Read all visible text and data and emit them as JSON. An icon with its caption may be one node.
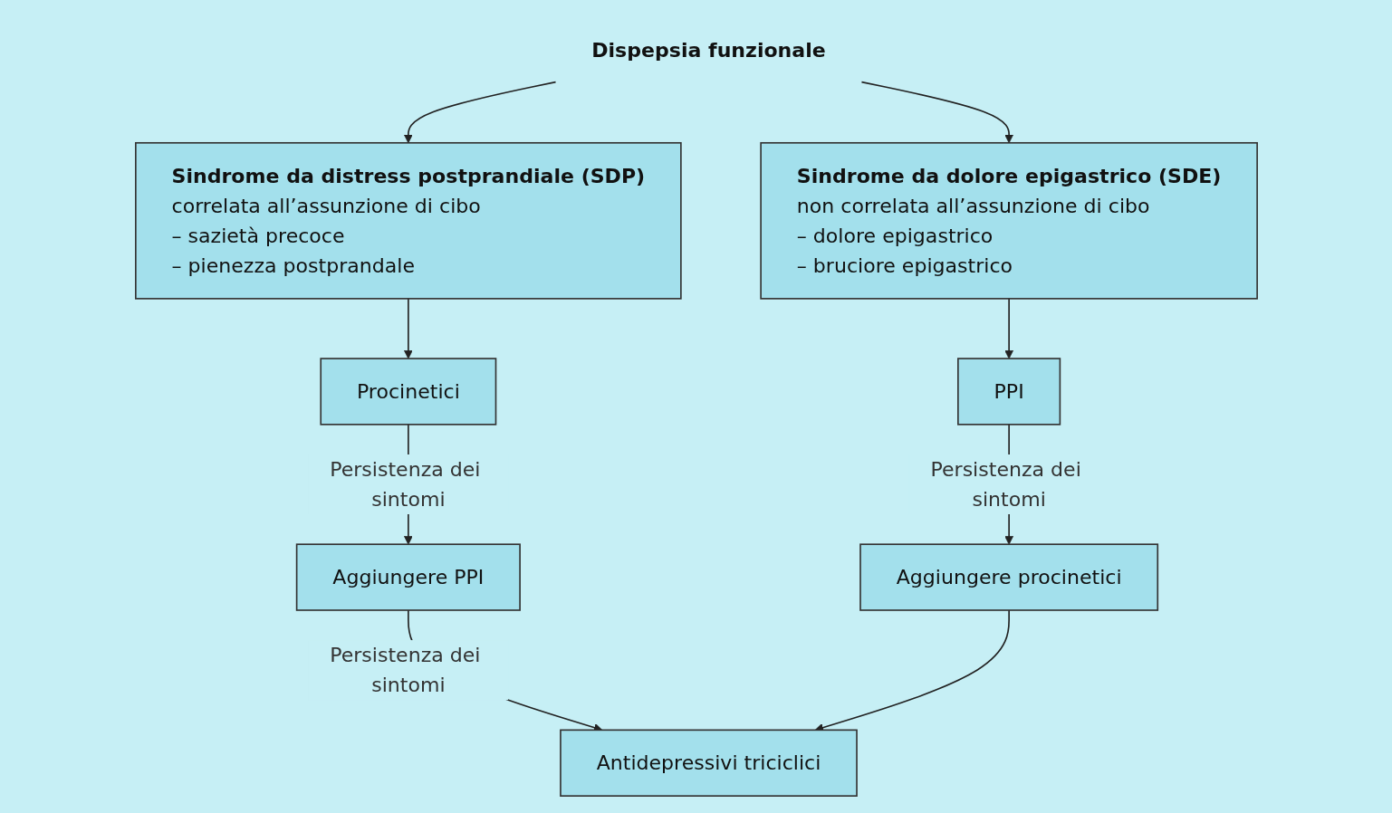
{
  "diagram": {
    "nodes": [
      {
        "text": [
          "Dispepsia funzionale"
        ]
      },
      {
        "text": [
          "Sindrome da distress postprandiale (SDP)",
          "correlata all’assunzione di cibo",
          "– sazietà precoce",
          "– pienezza postprandale"
        ]
      },
      {
        "text": [
          "Sindrome da dolore epigastrico (SDE)",
          "non correlata all’assunzione di cibo",
          "– dolore epigastrico",
          "– bruciore epigastrico"
        ]
      },
      {
        "text": [
          "Procinetici"
        ]
      },
      {
        "text": [
          "PPI"
        ]
      },
      {
        "text": [
          "Aggiungere PPI"
        ]
      },
      {
        "text": [
          "Aggiungere procinetici"
        ]
      },
      {
        "text": [
          "Antidepressivi triciclici"
        ]
      }
    ],
    "edges": [
      {
        "from": 0,
        "to": 1,
        "arrow": "to"
      },
      {
        "from": 0,
        "to": 2,
        "arrow": "to"
      },
      {
        "from": 1,
        "to": 3,
        "arrow": "to"
      },
      {
        "from": 2,
        "to": 4,
        "arrow": "to"
      },
      {
        "from": 3,
        "to": 5,
        "arrow": "to",
        "label": "Persistenza dei sintomi"
      },
      {
        "from": 4,
        "to": 6,
        "arrow": "to",
        "label": "Persistenza dei sintomi"
      },
      {
        "from": 5,
        "to": 7,
        "arrow": "to",
        "label": "Persistenza dei sintomi"
      },
      {
        "from": 6,
        "to": 7,
        "arrow": "to"
      }
    ]
  }
}
